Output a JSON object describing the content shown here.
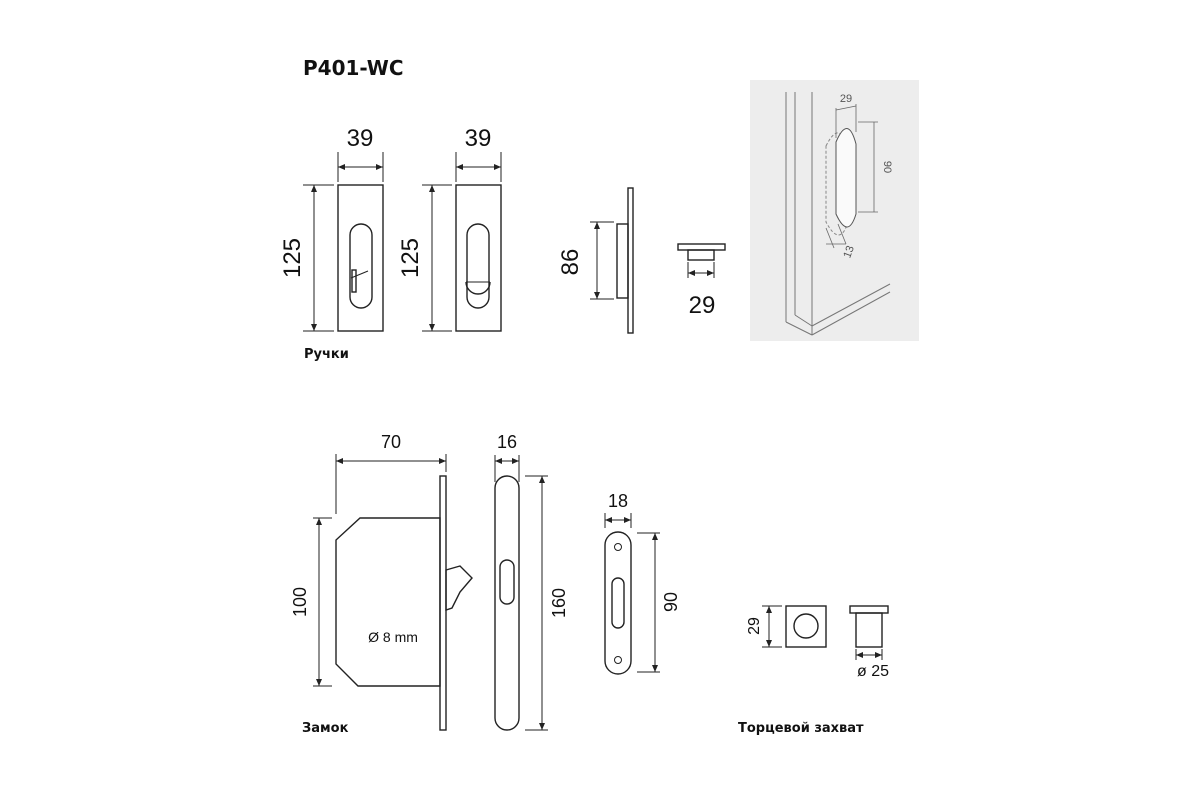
{
  "title": "P401-WC",
  "captions": {
    "handles": "Ручки",
    "lock": "Замок",
    "end_catch": "Торцевой захват"
  },
  "dims": {
    "handle1_width": "39",
    "handle1_height": "125",
    "handle2_width": "39",
    "handle2_height": "125",
    "side_height": "86",
    "knob_width": "29",
    "door_w": "29",
    "door_h": "90",
    "door_depth": "13",
    "lock_width": "70",
    "lock_height": "100",
    "lock_hole": "Ø 8 mm",
    "faceplate_width": "16",
    "faceplate_height": "160",
    "strike_width": "18",
    "strike_height": "90",
    "catch_side": "29",
    "catch_diam": "ø 25"
  }
}
